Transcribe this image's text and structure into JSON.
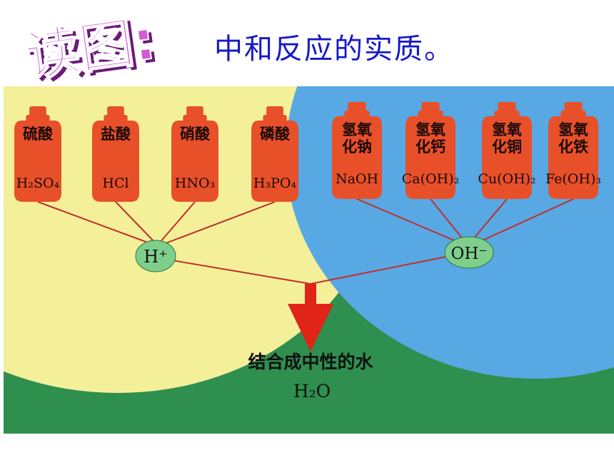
{
  "header": {
    "title": "读图:",
    "subtitle": "中和反应的实质。"
  },
  "acids": [
    {
      "name": "硫酸",
      "formula": "H₂SO₄"
    },
    {
      "name": "盐酸",
      "formula": "HCl"
    },
    {
      "name": "硝酸",
      "formula": "HNO₃"
    },
    {
      "name": "磷酸",
      "formula": "H₃PO₄"
    }
  ],
  "bases": [
    {
      "name_line1": "氢氧",
      "name_line2": "化钠",
      "formula": "NaOH"
    },
    {
      "name_line1": "氢氧",
      "name_line2": "化钙",
      "formula": "Ca(OH)₂"
    },
    {
      "name_line1": "氢氧",
      "name_line2": "化铜",
      "formula": "Cu(OH)₂"
    },
    {
      "name_line1": "氢氧",
      "name_line2": "化铁",
      "formula": "Fe(OH)₃"
    }
  ],
  "ions": {
    "hydrogen": "H⁺",
    "hydroxide": "OH⁻"
  },
  "result": {
    "label": "结合成中性的水",
    "formula": "H₂O"
  },
  "colors": {
    "acid_region": "#f4f09a",
    "base_region": "#58a8e4",
    "background": "#2f8f4f",
    "bottle": "#e8502a",
    "arrow": "#e02418",
    "title_purple": "#c040c8",
    "subtitle_blue": "#1418c8"
  }
}
